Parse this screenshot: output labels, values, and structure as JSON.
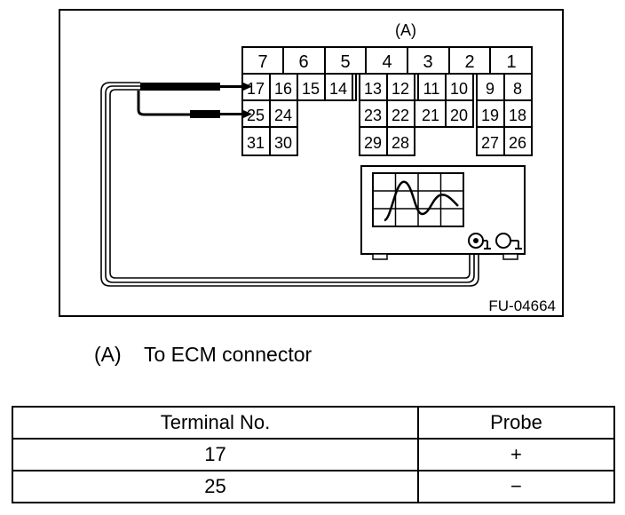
{
  "connector": {
    "label": "(A)",
    "top_row": [
      "7",
      "6",
      "5",
      "4",
      "3",
      "2",
      "1"
    ],
    "pins": {
      "p17": "17",
      "p16": "16",
      "p15": "15",
      "p14": "14",
      "p13": "13",
      "p12": "12",
      "p11": "11",
      "p10": "10",
      "p9": "9",
      "p8": "8",
      "p25": "25",
      "p24": "24",
      "p23": "23",
      "p22": "22",
      "p21": "21",
      "p20": "20",
      "p19": "19",
      "p18": "18",
      "p31": "31",
      "p30": "30",
      "p29": "29",
      "p28": "28",
      "p27": "27",
      "p26": "26"
    }
  },
  "figure_id": "FU-04664",
  "caption": {
    "label": "(A)",
    "text": "To ECM connector"
  },
  "table": {
    "headers": [
      "Terminal No.",
      "Probe"
    ],
    "rows": [
      {
        "terminal": "17",
        "probe": "+"
      },
      {
        "terminal": "25",
        "probe": "−"
      }
    ]
  }
}
